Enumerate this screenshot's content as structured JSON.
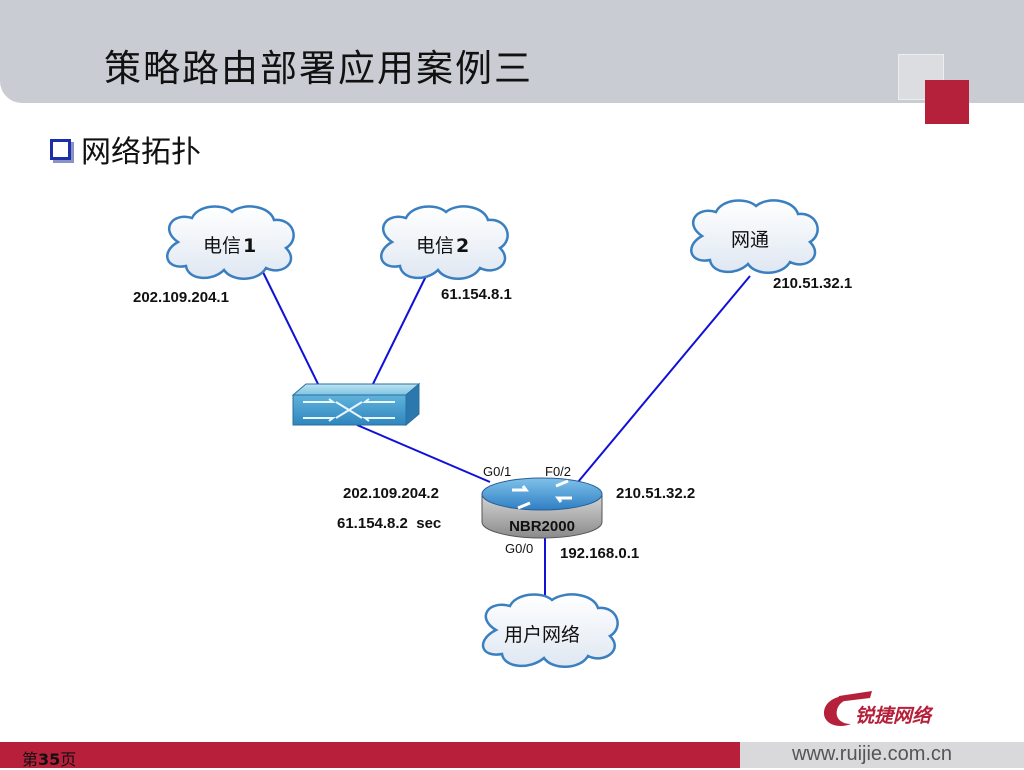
{
  "slide": {
    "title": "策略路由部署应用案例三",
    "bullet": "网络拓扑",
    "page_prefix": "第",
    "page_number": "35",
    "page_suffix": "页",
    "website": "www.ruijie.com.cn",
    "logo_text": "锐捷网络"
  },
  "diagram": {
    "clouds": {
      "telecom1": "电信",
      "telecom1_num": "1",
      "telecom2": "电信",
      "telecom2_num": "2",
      "netcom": "网通",
      "users": "用户网络"
    },
    "addresses": {
      "telecom1_ip": "202.109.204.1",
      "telecom2_ip": "61.154.8.1",
      "netcom_ip": "210.51.32.1",
      "router_g01_primary": "202.109.204.2",
      "router_g01_secondary": "61.154.8.2  sec",
      "router_f02": "210.51.32.2",
      "router_g00": "192.168.0.1"
    },
    "ports": {
      "g01": "G0/1",
      "f02": "F0/2",
      "g00": "G0/0"
    },
    "router_name": "NBR2000"
  },
  "colors": {
    "accent_red": "#b5203a",
    "link_blue": "#1010d8",
    "header_gray": "#c9ccd2"
  }
}
